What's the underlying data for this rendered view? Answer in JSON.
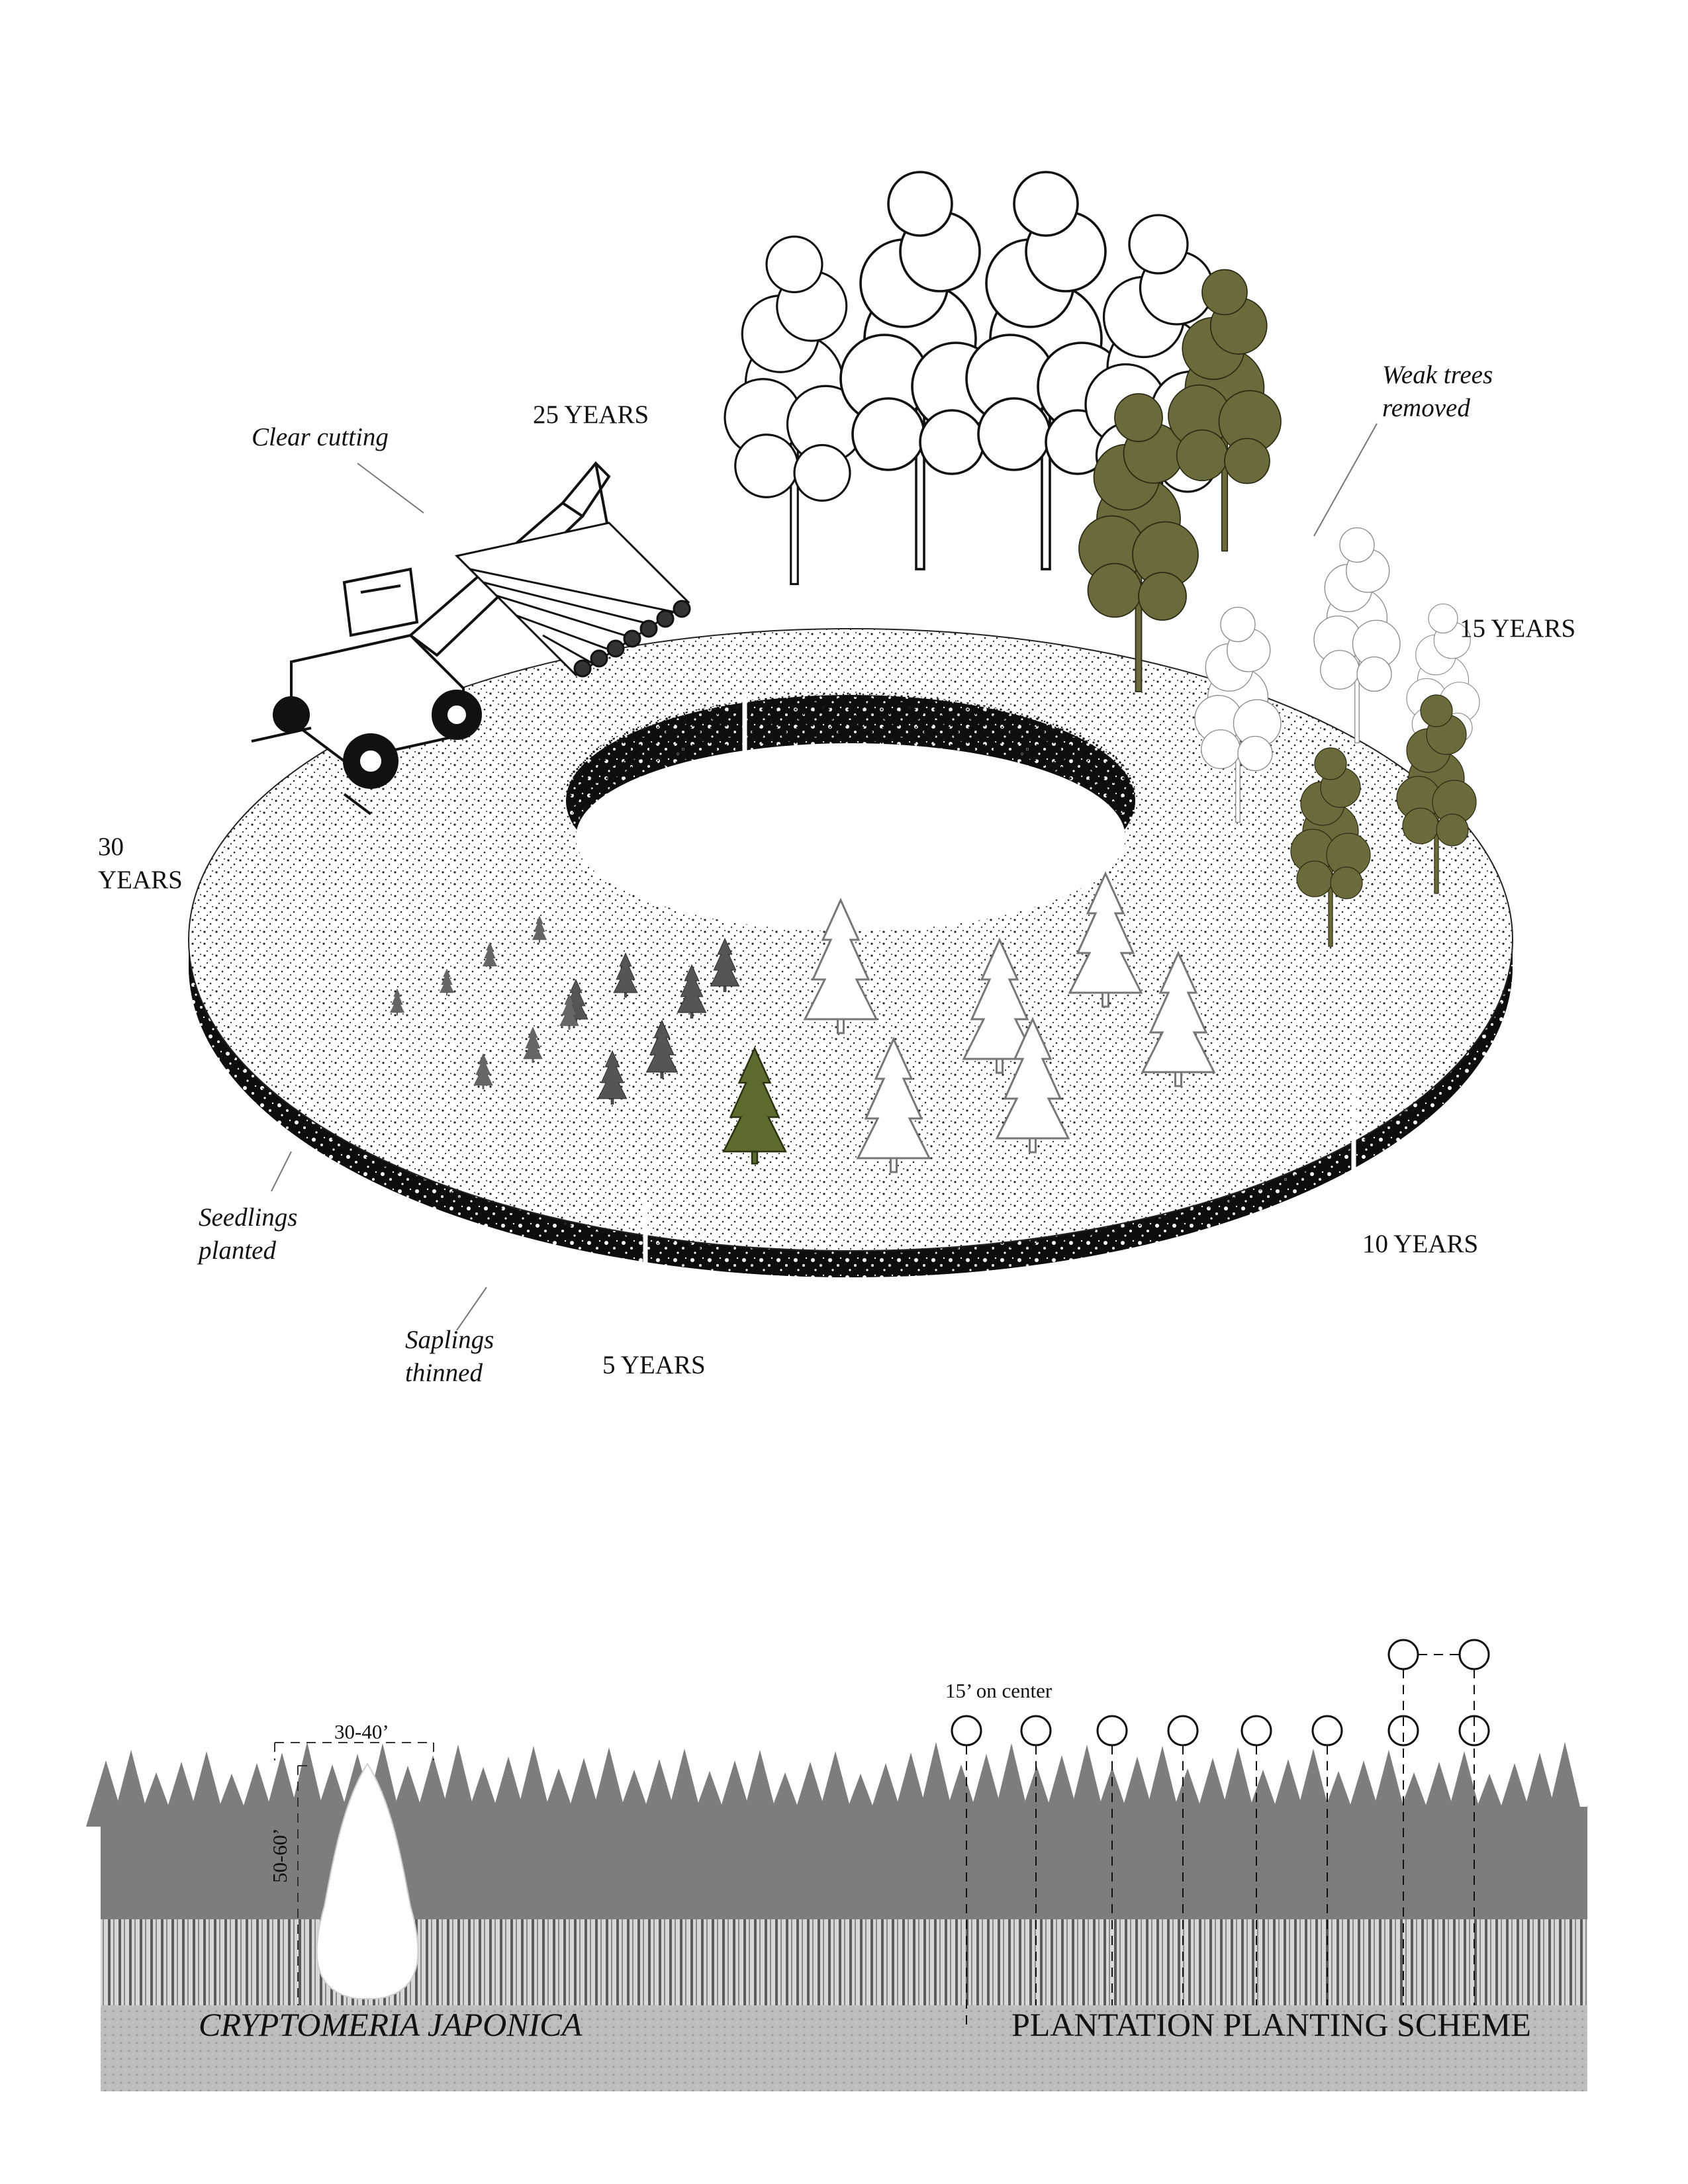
{
  "ring_labels": {
    "y25": "25 YEARS",
    "y15": "15 YEARS",
    "y30": "30\nYEARS",
    "y10": "10 YEARS",
    "y5": "5 YEARS"
  },
  "annotations": {
    "clear_cutting": "Clear cutting",
    "weak_trees": "Weak trees\nremoved",
    "seedlings": "Seedlings\nplanted",
    "saplings": "Saplings\nthinned"
  },
  "section": {
    "tree_width": "30-40’",
    "tree_height": "50-60’",
    "spacing": "15’ on center",
    "caption_left": "CRYPTOMERIA JAPONICA",
    "caption_right": "PLANTATION PLANTING SCHEME"
  },
  "colors": {
    "ink": "#111111",
    "olive_foliage": "#6b6a3a",
    "forest_gray": "#7d7d7d",
    "ground_gray": "#bdbdbd"
  }
}
